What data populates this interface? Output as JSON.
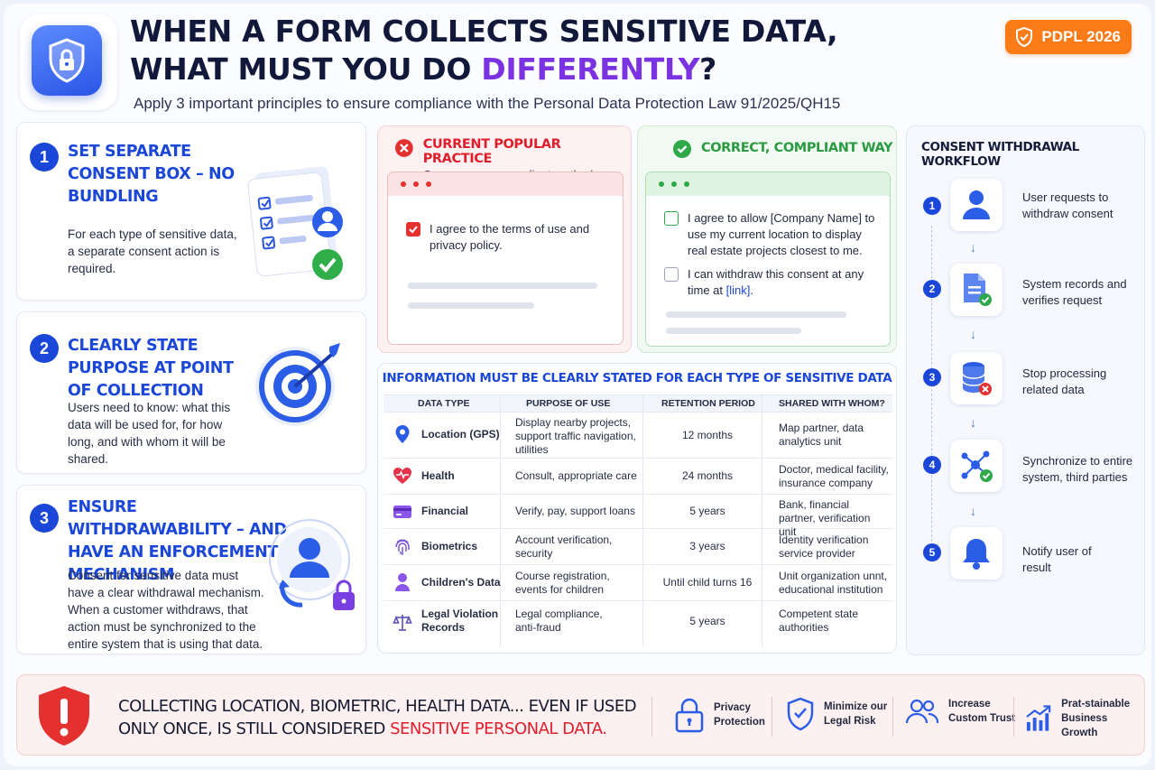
{
  "header": {
    "title_line1": "WHEN A FORM COLLECTS SENSITIVE DATA,",
    "title_line2_prefix": "WHAT MUST YOU DO ",
    "title_highlight": "DIFFERENTLY",
    "title_suffix": "?",
    "subtitle": "Apply 3 important principles to ensure compliance with the Personal Data Protection Law 91/2025/QH15",
    "badge": "PDPL 2026"
  },
  "principles": [
    {
      "number": "1",
      "title": "SET SEPARATE CONSENT BOX – NO BUNDLING",
      "text": "For each type of sensitive data, a separate consent action is required."
    },
    {
      "number": "2",
      "title": "CLEARLY STATE PURPOSE AT POINT OF COLLECTION",
      "text": "Users need to know: what this data will be used for, for how long, and with whom it will be shared."
    },
    {
      "number": "3",
      "title": "ENSURE WITHDRAWABILITY – AND HAVE AN ENFORCEMENT MECHANISM",
      "text": "Consent for sensitive data must have a clear withdrawal mechanism. When a customer withdraws, that action must be synchronized to the entire system that is using that data."
    }
  ],
  "bad_practice": {
    "title": "CURRENT POPULAR PRACTICE",
    "subtitle": "Common, non-compliant method",
    "checkbox_text": "I agree to the terms of use and privacy policy."
  },
  "good_practice": {
    "title": "CORRECT, COMPLIANT WAY",
    "checkbox1_text": "I agree to allow [Company Name] to use my current location to display real estate projects closest to me.",
    "checkbox2_prefix": "I can withdraw this consent at any time at ",
    "checkbox2_link": "[link]",
    "checkbox2_suffix": "."
  },
  "table": {
    "title": "INFORMATION MUST BE CLEARLY STATED FOR EACH TYPE OF SENSITIVE DATA",
    "headers": [
      "DATA TYPE",
      "PURPOSE OF USE",
      "RETENTION PERIOD",
      "SHARED WITH WHOM?"
    ],
    "rows": [
      {
        "icon": "location-pin-icon",
        "type": "Location (GPS)",
        "purpose": "Display nearby projects, support traffic navigation, utilities",
        "retention": "12 months",
        "shared": "Map partner, data analytics unit"
      },
      {
        "icon": "heart-pulse-icon",
        "type": "Health",
        "purpose": "Consult, appropriate care",
        "retention": "24 months",
        "shared": "Doctor, medical facility, insurance company"
      },
      {
        "icon": "credit-card-icon",
        "type": "Financial",
        "purpose": "Verify, pay, support loans",
        "retention": "5 years",
        "shared": "Bank, financial partner, verification unit"
      },
      {
        "icon": "fingerprint-icon",
        "type": "Biometrics",
        "purpose": "Account verification, security",
        "retention": "3 years",
        "shared": "Identity verification service provider"
      },
      {
        "icon": "child-icon",
        "type": "Children's Data",
        "purpose": "Course registration, events for children",
        "retention": "Until child turns 16",
        "shared": "Unit organization unnt, educational institution"
      },
      {
        "icon": "scales-icon",
        "type": "Legal Violation Records",
        "purpose": "Legal compliance, anti-fraud",
        "retention": "5 years",
        "shared": "Competent state authorities"
      }
    ]
  },
  "workflow": {
    "title": "CONSENT WITHDRAWAL WORKFLOW",
    "steps": [
      {
        "number": "1",
        "icon": "user-icon",
        "text": "User requests to withdraw consent"
      },
      {
        "number": "2",
        "icon": "document-check-icon",
        "text": "System records and verifies request"
      },
      {
        "number": "3",
        "icon": "database-stop-icon",
        "text": "Stop processing related data"
      },
      {
        "number": "4",
        "icon": "network-sync-icon",
        "text": "Synchronize to entire system, third parties"
      },
      {
        "number": "5",
        "icon": "bell-icon",
        "text": "Notify user of result"
      }
    ]
  },
  "bottom": {
    "text_line1": "COLLECTING LOCATION, BIOMETRIC, HEALTH DATA... EVEN IF USED",
    "text_line2_prefix": "ONLY ONCE, IS STILL CONSIDERED ",
    "text_highlight": "SENSITIVE PERSONAL DATA.",
    "benefits": [
      {
        "icon": "padlock-icon",
        "line1": "Privacy",
        "line2": "Protection"
      },
      {
        "icon": "shield-check-icon",
        "line1": "Minimize our",
        "line2": "Legal Risk"
      },
      {
        "icon": "users-icon",
        "line1": "Increase",
        "line2": "Custom Trust"
      },
      {
        "icon": "growth-chart-icon",
        "line1": "Prat-stainable",
        "line2": "Business Growth"
      }
    ]
  },
  "colors": {
    "primary_blue": "#1b47d8",
    "accent_purple": "#7b32e0",
    "danger_red": "#e01e2b",
    "success_green": "#2fa84a",
    "badge_orange": "#fb7b19"
  }
}
